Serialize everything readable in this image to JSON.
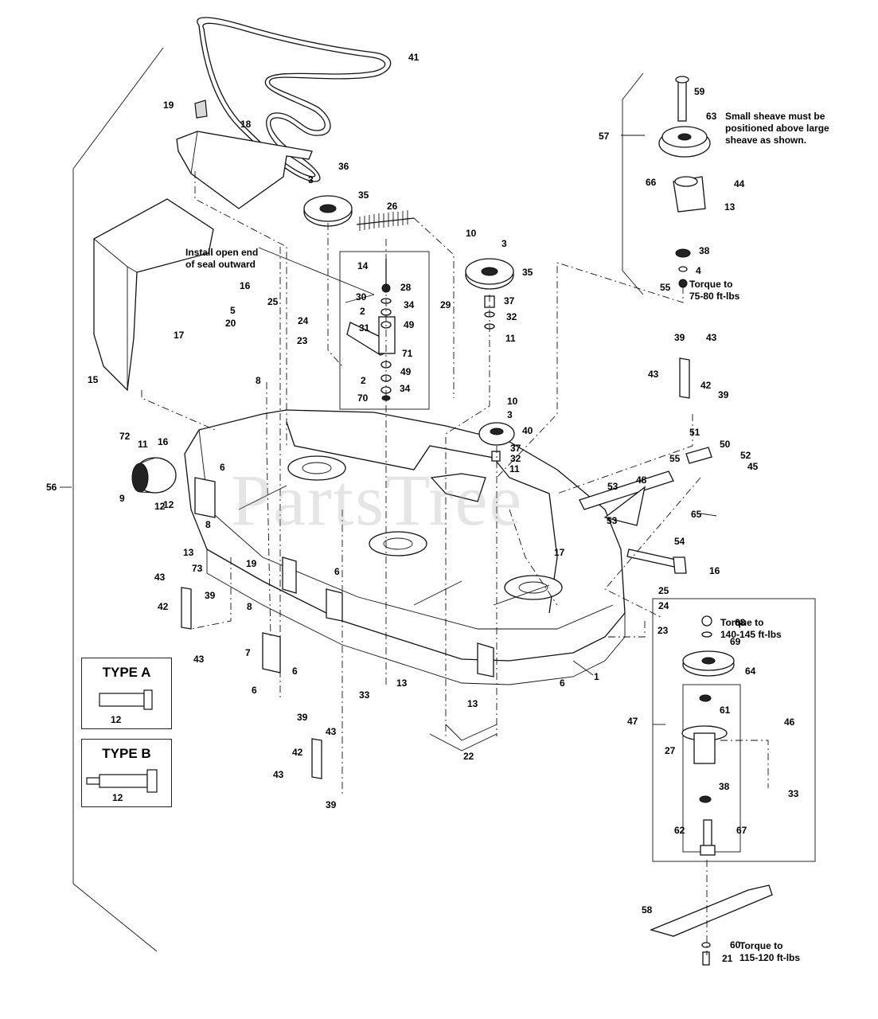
{
  "watermark": "PartsTree",
  "notes": {
    "sheave": "Small sheave must be\npositioned above large\nsheave as shown.",
    "torque_55": "Torque to\n75-80 ft-lbs",
    "seal": "Install open end\nof seal outward",
    "torque_68": "Torque to\n140-145 ft-lbs",
    "torque_21": "Torque to\n115-120 ft-lbs"
  },
  "type_a": {
    "title": "TYPE A",
    "part": "12"
  },
  "type_b": {
    "title": "TYPE B",
    "part": "12"
  },
  "callouts": [
    "41",
    "19",
    "18",
    "36",
    "3",
    "35",
    "26",
    "59",
    "63",
    "57",
    "66",
    "44",
    "13",
    "38",
    "4",
    "55",
    "14",
    "28",
    "30",
    "34",
    "2",
    "49",
    "31",
    "71",
    "70",
    "29",
    "10",
    "3",
    "35",
    "37",
    "32",
    "11",
    "16",
    "25",
    "5",
    "24",
    "20",
    "23",
    "15",
    "17",
    "8",
    "72",
    "11",
    "16",
    "9",
    "12",
    "6",
    "8",
    "13",
    "73",
    "19",
    "43",
    "39",
    "42",
    "43",
    "6",
    "8",
    "7",
    "6",
    "6",
    "33",
    "13",
    "6",
    "1",
    "13",
    "22",
    "39",
    "43",
    "42",
    "43",
    "39",
    "10",
    "3",
    "40",
    "37",
    "32",
    "11",
    "39",
    "43",
    "43",
    "42",
    "39",
    "51",
    "50",
    "55",
    "52",
    "45",
    "53",
    "48",
    "65",
    "53",
    "17",
    "54",
    "16",
    "25",
    "24",
    "23",
    "68",
    "69",
    "64",
    "47",
    "61",
    "46",
    "27",
    "33",
    "38",
    "62",
    "67",
    "58",
    "60",
    "21",
    "56",
    "2",
    "49",
    "34",
    "12"
  ]
}
